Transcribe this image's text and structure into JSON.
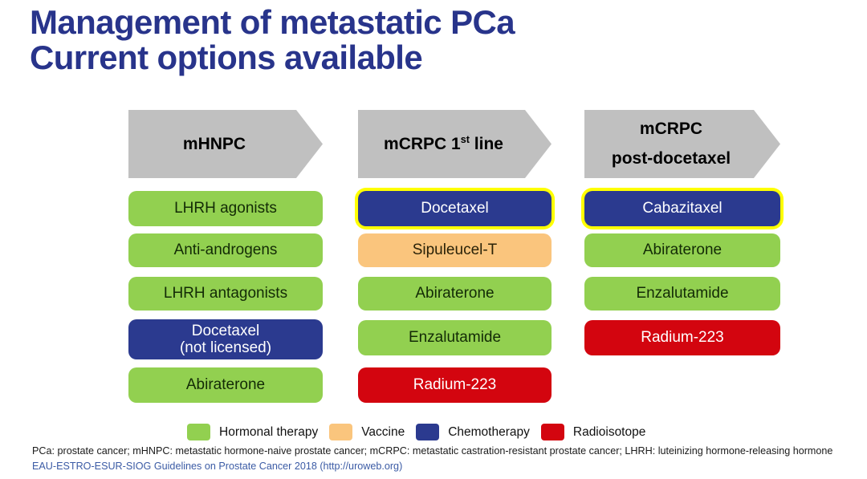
{
  "title": {
    "line1": "Management of metastatic PCa",
    "line2": "Current options available"
  },
  "columns": [
    {
      "header": {
        "line1": "mHNPC"
      },
      "boxes": [
        {
          "label": "LHRH agonists",
          "type": "hormonal"
        },
        {
          "label": "Anti-androgens",
          "type": "hormonal"
        },
        {
          "label": "LHRH antagonists",
          "type": "hormonal"
        },
        {
          "label": "Docetaxel",
          "label2": "(not licensed)",
          "type": "chemo"
        },
        {
          "label": "Abiraterone",
          "type": "hormonal"
        }
      ]
    },
    {
      "header": {
        "pre": "mCRPC 1",
        "sup": "st",
        "post": " line"
      },
      "boxes": [
        {
          "label": "Docetaxel",
          "type": "chemo",
          "highlighted": true
        },
        {
          "label": "Sipuleucel-T",
          "type": "vaccine"
        },
        {
          "label": "Abiraterone",
          "type": "hormonal"
        },
        {
          "label": "Enzalutamide",
          "type": "hormonal"
        },
        {
          "label": "Radium-223",
          "type": "radio"
        }
      ]
    },
    {
      "header": {
        "line1": "mCRPC",
        "line2": "post-docetaxel"
      },
      "boxes": [
        {
          "label": "Cabazitaxel",
          "type": "chemo",
          "highlighted": true
        },
        {
          "label": "Abiraterone",
          "type": "hormonal"
        },
        {
          "label": "Enzalutamide",
          "type": "hormonal"
        },
        {
          "label": "Radium-223",
          "type": "radio"
        }
      ]
    }
  ],
  "legend": [
    {
      "label": "Hormonal therapy",
      "color": "#92D050"
    },
    {
      "label": "Vaccine",
      "color": "#FAC57D"
    },
    {
      "label": "Chemotherapy",
      "color": "#2B3A8F"
    },
    {
      "label": "Radioisotope",
      "color": "#D3050F"
    }
  ],
  "footnotes": {
    "abbreviations": "PCa: prostate cancer; mHNPC: metastatic hormone-naive prostate cancer; mCRPC: metastatic castration-resistant prostate cancer; LHRH: luteinizing hormone-releasing hormone",
    "source": "EAU-ESTRO-ESUR-SIOG Guidelines on Prostate Cancer 2018 (http://uroweb.org)"
  },
  "colors": {
    "title": "#28348B",
    "arrow": "#C0C0C0",
    "hormonal": "#92D050",
    "vaccine": "#FAC57D",
    "chemotherapy": "#2B3A8F",
    "radioisotope": "#D3050F",
    "highlight_border": "#FFFF00",
    "source_link": "#3B5BA5"
  }
}
